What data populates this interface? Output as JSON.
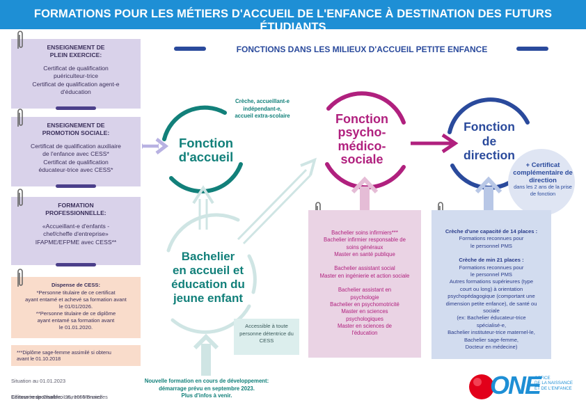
{
  "header": {
    "title": "FORMATIONS POUR LES MÉTIERS D'ACCUEIL DE L'ENFANCE À DESTINATION DES FUTURS ÉTUDIANTS"
  },
  "subtitle": "FONCTIONS DANS LES MILIEUX D'ACCUEIL PETITE ENFANCE",
  "left_boxes": [
    {
      "title": "ENSEIGNEMENT DE\nPLEIN EXERCICE:",
      "text": "Certificat de qualification\npuériculteur-trice\nCertificat de qualification agent-e\nd'éducation"
    },
    {
      "title": "ENSEIGNEMENT DE\nPROMOTION SOCIALE:",
      "text": "Certificat de qualification auxiliaire\nde l'enfance avec CESS*\nCertificat de qualification\néducateur-trice avec CESS*"
    },
    {
      "title": "FORMATION\nPROFESSIONNELLE:",
      "text": "«Accueillant-e d'enfants -\nchef/cheffe d'entreprise»\nIFAPME/EFPME avec CESS**"
    }
  ],
  "cess_box": {
    "title": "Dispense de CESS:",
    "text": "*Personne titulaire de ce certificat\nayant entamé et achevé sa formation avant\nle 01/01/2026.\n**Personne titulaire de ce diplôme\nayant entamé sa formation avant\nle 01.01.2020."
  },
  "sage_femme_note": "***Diplôme sage-femme assimilé si obtenu\navant le 01.10.2018",
  "footer": {
    "situation": "Situation au 01.01.2023",
    "editor_label": "Editeur responsable:",
    "editor_name": " Laurent Monniez",
    "address": "Chaussée de Charleroi 95, 1060 Bruxelles"
  },
  "fonction_accueil": {
    "title": "Fonction\nd'accueil",
    "note": "Crèche, accueillant-e\nindépendant-e,\naccueil extra-scolaire"
  },
  "bachelier": {
    "title": "Bachelier\nen accueil et\néducation du\njeune enfant",
    "note": "Accessible à toute\npersonne détentrice du\nCESS"
  },
  "new_formation": "Nouvelle formation en cours de développement:\ndémarrage prévu en septembre 2023.\nPlus d'infos à venir.",
  "fonction_psy": {
    "title": "Fonction\npsycho-\nmédico-\nsociale"
  },
  "psy_box": "Bachelier soins infirmiers***\nBachelier infirmier responsable de\nsoins généraux\nMaster en santé publique\n\nBachelier assistant social\nMaster en ingénierie et action sociale\n\nBachelier assistant en\npsychologie\nBachelier en psychomotricité\nMaster en sciences\npsychologiques\nMaster en sciences de\nl'éducation",
  "fonction_direction": {
    "title": "Fonction\nde\ndirection",
    "cert_title": "+ Certificat\ncomplémentaire de\ndirection",
    "cert_text": "dans les 2 ans de la prise\nde fonction"
  },
  "direction_box": {
    "title1": "Crèche d'une capacité de 14 places :",
    "text1": "Formations reconnues pour\nle personnel PMS",
    "title2": "Crèche de min 21 places :",
    "text2": "Formations reconnues pour\nle personnel PMS\nAutres formations supérieures (type\ncourt ou long) à orientation\npsychopédagogique (comportant une\ndimension petite enfance), de santé ou\nsociale\n(ex: Bachelier éducateur-trice\nspécialisé-e,\nBachelier instituteur-trice maternel-le,\nBachelier sage-femme,\nDocteur en médecine)"
  },
  "logo": {
    "text": "ONE",
    "tagline": "OFFICE\nDE LA NAISSANCE\nET DE L'ENFANCE"
  },
  "colors": {
    "header": "#1e8fd5",
    "accueil": "#12807a",
    "psy": "#b0207e",
    "direction": "#2a4a9c",
    "purple": "#4b3f8a"
  }
}
